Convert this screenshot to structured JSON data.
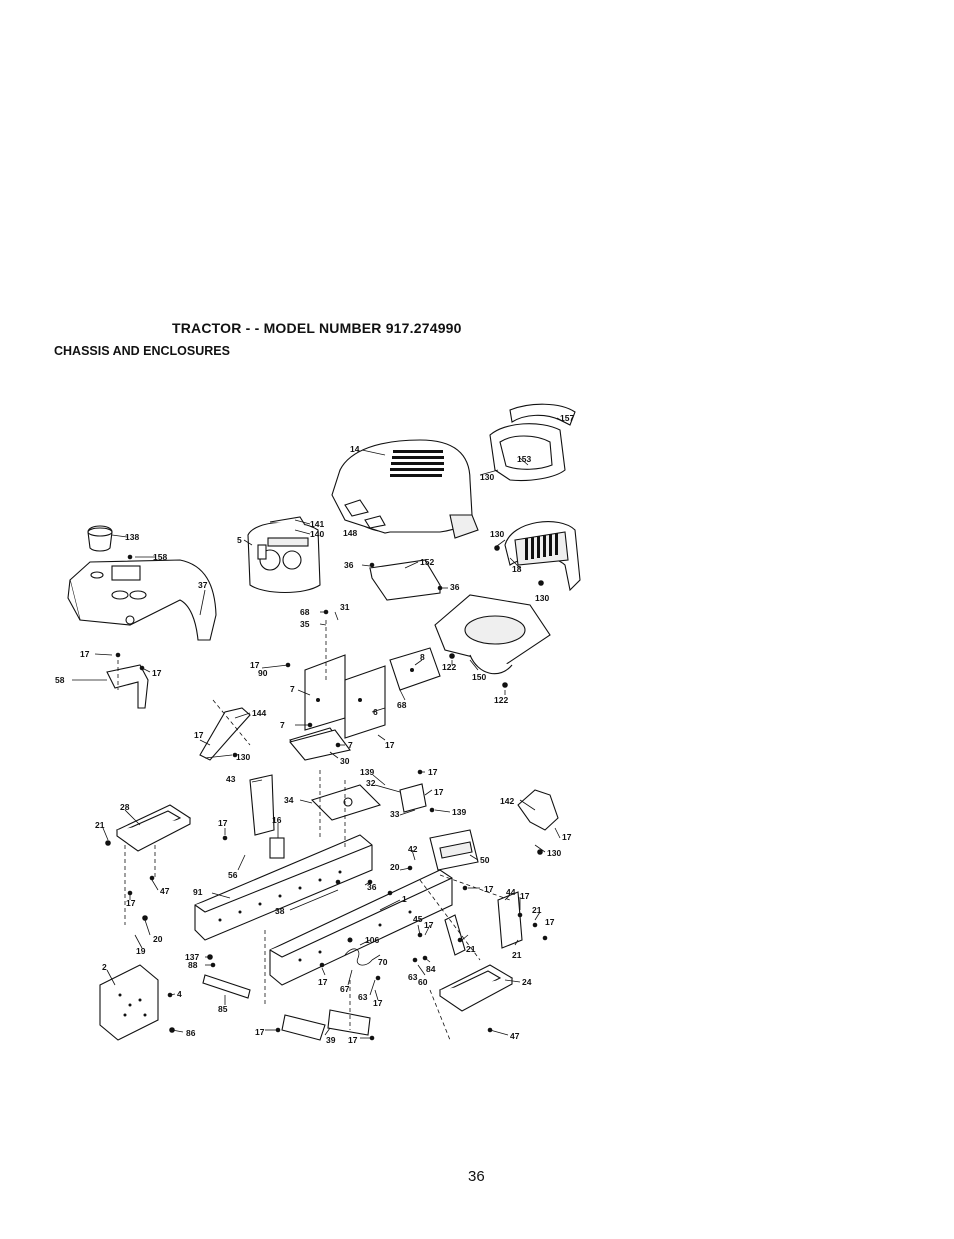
{
  "header": {
    "title": "TRACTOR - - MODEL NUMBER 917.274990",
    "subtitle": "CHASSIS AND ENCLOSURES"
  },
  "footer": {
    "page_number": "36"
  },
  "diagram": {
    "callouts": [
      "157",
      "14",
      "153",
      "130",
      "138",
      "158",
      "141",
      "140",
      "5",
      "148",
      "130",
      "18",
      "130",
      "36",
      "152",
      "36",
      "37",
      "68",
      "31",
      "35",
      "8",
      "122",
      "150",
      "122",
      "17",
      "17",
      "58",
      "17",
      "90",
      "7",
      "6",
      "68",
      "17",
      "144",
      "7",
      "7",
      "17",
      "130",
      "30",
      "43",
      "139",
      "17",
      "32",
      "17",
      "34",
      "33",
      "139",
      "142",
      "17",
      "130",
      "28",
      "21",
      "17",
      "16",
      "42",
      "50",
      "20",
      "56",
      "47",
      "91",
      "36",
      "17",
      "44",
      "17",
      "17",
      "38",
      "1",
      "21",
      "17",
      "19",
      "20",
      "45",
      "17",
      "106",
      "21",
      "21",
      "137",
      "88",
      "70",
      "84",
      "2",
      "4",
      "17",
      "67",
      "63",
      "60",
      "24",
      "63",
      "85",
      "17",
      "86",
      "17",
      "39",
      "17",
      "47"
    ]
  }
}
